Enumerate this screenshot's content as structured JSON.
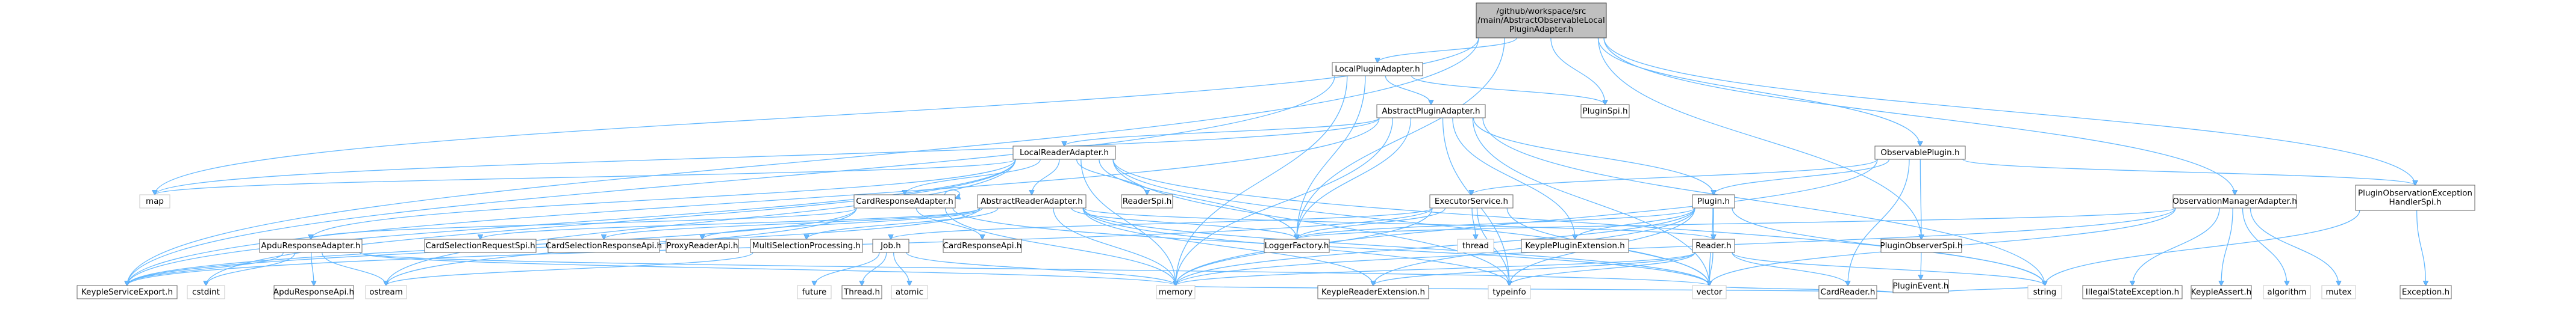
{
  "root": {
    "lines": [
      "/github/workspace/src",
      "/main/AbstractObservableLocal",
      "PluginAdapter.h"
    ]
  },
  "colors": {
    "edge": "#63b8ff",
    "edge_stroke": "#4a90e2",
    "root_fill": "#bfbfbf",
    "file_fill": "#ffffff",
    "file_border": "#666666",
    "system_border": "#c8c8c8",
    "system_text": "#555555"
  },
  "nodes": [
    {
      "id": "localPluginAdapter",
      "lines": [
        "LocalPluginAdapter.h"
      ]
    },
    {
      "id": "pluginSpi",
      "lines": [
        "PluginSpi.h"
      ]
    },
    {
      "id": "abstractPluginAdapter",
      "lines": [
        "AbstractPluginAdapter.h"
      ]
    },
    {
      "id": "observablePlugin",
      "lines": [
        "ObservablePlugin.h"
      ]
    },
    {
      "id": "pluginObservationExceptionHandlerSpi",
      "lines": [
        "PluginObservationException",
        "HandlerSpi.h"
      ]
    },
    {
      "id": "localReaderAdapter",
      "lines": [
        "LocalReaderAdapter.h"
      ]
    },
    {
      "id": "map",
      "lines": [
        "map"
      ]
    },
    {
      "id": "readerSpi",
      "lines": [
        "ReaderSpi.h"
      ]
    },
    {
      "id": "cardResponseAdapter",
      "lines": [
        "CardResponseAdapter.h"
      ]
    },
    {
      "id": "abstractReaderAdapter",
      "lines": [
        "AbstractReaderAdapter.h"
      ]
    },
    {
      "id": "executorService",
      "lines": [
        "ExecutorService.h"
      ]
    },
    {
      "id": "plugin",
      "lines": [
        "Plugin.h"
      ]
    },
    {
      "id": "pluginObserverSpi",
      "lines": [
        "PluginObserverSpi.h"
      ]
    },
    {
      "id": "observationManagerAdapter",
      "lines": [
        "ObservationManagerAdapter.h"
      ]
    },
    {
      "id": "exception",
      "lines": [
        "Exception.h"
      ]
    },
    {
      "id": "apduResponseAdapter",
      "lines": [
        "ApduResponseAdapter.h"
      ]
    },
    {
      "id": "cardSelectionRequestSpi",
      "lines": [
        "CardSelectionRequestSpi.h"
      ]
    },
    {
      "id": "cardSelectionResponseApi",
      "lines": [
        "CardSelectionResponseApi.h"
      ]
    },
    {
      "id": "proxyReaderApi",
      "lines": [
        "ProxyReaderApi.h"
      ]
    },
    {
      "id": "multiSelectionProcessing",
      "lines": [
        "MultiSelectionProcessing.h"
      ]
    },
    {
      "id": "job",
      "lines": [
        "Job.h"
      ]
    },
    {
      "id": "cardResponseApi",
      "lines": [
        "CardResponseApi.h"
      ]
    },
    {
      "id": "loggerFactory",
      "lines": [
        "LoggerFactory.h"
      ]
    },
    {
      "id": "thread",
      "lines": [
        "thread"
      ]
    },
    {
      "id": "keyplePluginExtension",
      "lines": [
        "KeyplePluginExtension.h"
      ]
    },
    {
      "id": "reader",
      "lines": [
        "Reader.h"
      ]
    },
    {
      "id": "pluginEvent",
      "lines": [
        "PluginEvent.h"
      ]
    },
    {
      "id": "illegalStateException",
      "lines": [
        "IllegalStateException.h"
      ]
    },
    {
      "id": "keypleAssert",
      "lines": [
        "KeypleAssert.h"
      ]
    },
    {
      "id": "algorithm",
      "lines": [
        "algorithm"
      ]
    },
    {
      "id": "mutex",
      "lines": [
        "mutex"
      ]
    },
    {
      "id": "keypleServiceExport",
      "lines": [
        "KeypleServiceExport.h"
      ]
    },
    {
      "id": "cstdint",
      "lines": [
        "cstdint"
      ]
    },
    {
      "id": "apduResponseApi",
      "lines": [
        "ApduResponseApi.h"
      ]
    },
    {
      "id": "ostream",
      "lines": [
        "ostream"
      ]
    },
    {
      "id": "future",
      "lines": [
        "future"
      ]
    },
    {
      "id": "threadH",
      "lines": [
        "Thread.h"
      ]
    },
    {
      "id": "atomic",
      "lines": [
        "atomic"
      ]
    },
    {
      "id": "memory",
      "lines": [
        "memory"
      ]
    },
    {
      "id": "keypleReaderExtension",
      "lines": [
        "KeypleReaderExtension.h"
      ]
    },
    {
      "id": "typeinfo",
      "lines": [
        "typeinfo"
      ]
    },
    {
      "id": "vector",
      "lines": [
        "vector"
      ]
    },
    {
      "id": "cardReader",
      "lines": [
        "CardReader.h"
      ]
    },
    {
      "id": "string",
      "lines": [
        "string"
      ]
    }
  ],
  "edges": [
    [
      "root",
      "localPluginAdapter"
    ],
    [
      "root",
      "pluginSpi"
    ],
    [
      "root",
      "observablePlugin"
    ],
    [
      "root",
      "pluginObservationExceptionHandlerSpi"
    ],
    [
      "root",
      "observationManagerAdapter"
    ],
    [
      "root",
      "pluginObserverSpi"
    ],
    [
      "root",
      "loggerFactory"
    ],
    [
      "root",
      "map"
    ],
    [
      "root",
      "keypleServiceExport"
    ],
    [
      "localPluginAdapter",
      "abstractPluginAdapter"
    ],
    [
      "localPluginAdapter",
      "pluginSpi"
    ],
    [
      "localPluginAdapter",
      "loggerFactory"
    ],
    [
      "localPluginAdapter",
      "keypleServiceExport"
    ],
    [
      "localPluginAdapter",
      "memory"
    ],
    [
      "abstractPluginAdapter",
      "localReaderAdapter"
    ],
    [
      "abstractPluginAdapter",
      "plugin"
    ],
    [
      "abstractPluginAdapter",
      "keyplePluginExtension"
    ],
    [
      "abstractPluginAdapter",
      "loggerFactory"
    ],
    [
      "abstractPluginAdapter",
      "keypleServiceExport"
    ],
    [
      "abstractPluginAdapter",
      "map"
    ],
    [
      "abstractPluginAdapter",
      "typeinfo"
    ],
    [
      "abstractPluginAdapter",
      "vector"
    ],
    [
      "abstractPluginAdapter",
      "string"
    ],
    [
      "abstractPluginAdapter",
      "memory"
    ],
    [
      "observablePlugin",
      "plugin"
    ],
    [
      "observablePlugin",
      "pluginObserverSpi"
    ],
    [
      "observablePlugin",
      "executorService"
    ],
    [
      "observablePlugin",
      "cardReader"
    ],
    [
      "observablePlugin",
      "memory"
    ],
    [
      "observablePlugin",
      "pluginObservationExceptionHandlerSpi"
    ],
    [
      "pluginObservationExceptionHandlerSpi",
      "exception"
    ],
    [
      "pluginObservationExceptionHandlerSpi",
      "string"
    ],
    [
      "localReaderAdapter",
      "readerSpi"
    ],
    [
      "localReaderAdapter",
      "cardResponseAdapter"
    ],
    [
      "localReaderAdapter",
      "abstractReaderAdapter"
    ],
    [
      "localReaderAdapter",
      "apduResponseAdapter"
    ],
    [
      "localReaderAdapter",
      "map"
    ],
    [
      "localReaderAdapter",
      "loggerFactory"
    ],
    [
      "localReaderAdapter",
      "keypleServiceExport"
    ],
    [
      "localReaderAdapter",
      "cstdint"
    ],
    [
      "localReaderAdapter",
      "memory"
    ],
    [
      "localReaderAdapter",
      "typeinfo"
    ],
    [
      "localReaderAdapter",
      "vector"
    ],
    [
      "localReaderAdapter",
      "string"
    ],
    [
      "localReaderAdapter",
      "ostream"
    ],
    [
      "cardResponseAdapter",
      "cardResponseAdapter"
    ],
    [
      "cardResponseAdapter",
      "apduResponseAdapter"
    ],
    [
      "cardResponseAdapter",
      "cardResponseApi"
    ],
    [
      "cardResponseAdapter",
      "keypleServiceExport"
    ],
    [
      "cardResponseAdapter",
      "ostream"
    ],
    [
      "cardResponseAdapter",
      "vector"
    ],
    [
      "cardResponseAdapter",
      "memory"
    ],
    [
      "abstractReaderAdapter",
      "cardSelectionRequestSpi"
    ],
    [
      "abstractReaderAdapter",
      "cardSelectionResponseApi"
    ],
    [
      "abstractReaderAdapter",
      "proxyReaderApi"
    ],
    [
      "abstractReaderAdapter",
      "multiSelectionProcessing"
    ],
    [
      "abstractReaderAdapter",
      "reader"
    ],
    [
      "abstractReaderAdapter",
      "keypleReaderExtension"
    ],
    [
      "abstractReaderAdapter",
      "loggerFactory"
    ],
    [
      "abstractReaderAdapter",
      "keypleServiceExport"
    ],
    [
      "abstractReaderAdapter",
      "memory"
    ],
    [
      "abstractReaderAdapter",
      "typeinfo"
    ],
    [
      "abstractReaderAdapter",
      "vector"
    ],
    [
      "executorService",
      "job"
    ],
    [
      "executorService",
      "loggerFactory"
    ],
    [
      "executorService",
      "thread"
    ],
    [
      "executorService",
      "keypleServiceExport"
    ],
    [
      "executorService",
      "memory"
    ],
    [
      "executorService",
      "typeinfo"
    ],
    [
      "executorService",
      "vector"
    ],
    [
      "plugin",
      "reader"
    ],
    [
      "plugin",
      "keyplePluginExtension"
    ],
    [
      "plugin",
      "keypleReaderExtension"
    ],
    [
      "plugin",
      "memory"
    ],
    [
      "plugin",
      "typeinfo"
    ],
    [
      "plugin",
      "vector"
    ],
    [
      "plugin",
      "string"
    ],
    [
      "plugin",
      "loggerFactory"
    ],
    [
      "pluginObserverSpi",
      "pluginEvent"
    ],
    [
      "pluginEvent",
      "vector"
    ],
    [
      "pluginEvent",
      "string"
    ],
    [
      "pluginEvent",
      "memory"
    ],
    [
      "observationManagerAdapter",
      "illegalStateException"
    ],
    [
      "observationManagerAdapter",
      "keypleAssert"
    ],
    [
      "observationManagerAdapter",
      "algorithm"
    ],
    [
      "observationManagerAdapter",
      "mutex"
    ],
    [
      "observationManagerAdapter",
      "loggerFactory"
    ],
    [
      "observationManagerAdapter",
      "memory"
    ],
    [
      "observationManagerAdapter",
      "vector"
    ],
    [
      "apduResponseAdapter",
      "apduResponseApi"
    ],
    [
      "apduResponseAdapter",
      "keypleServiceExport"
    ],
    [
      "apduResponseAdapter",
      "cstdint"
    ],
    [
      "apduResponseAdapter",
      "ostream"
    ],
    [
      "apduResponseAdapter",
      "vector"
    ],
    [
      "apduResponseAdapter",
      "memory"
    ],
    [
      "job",
      "future"
    ],
    [
      "job",
      "threadH"
    ],
    [
      "job",
      "atomic"
    ],
    [
      "job",
      "memory"
    ],
    [
      "multiSelectionProcessing",
      "ostream"
    ],
    [
      "reader",
      "cardReader"
    ],
    [
      "reader",
      "keypleReaderExtension"
    ],
    [
      "reader",
      "memory"
    ],
    [
      "reader",
      "typeinfo"
    ],
    [
      "reader",
      "vector"
    ],
    [
      "reader",
      "string"
    ]
  ]
}
